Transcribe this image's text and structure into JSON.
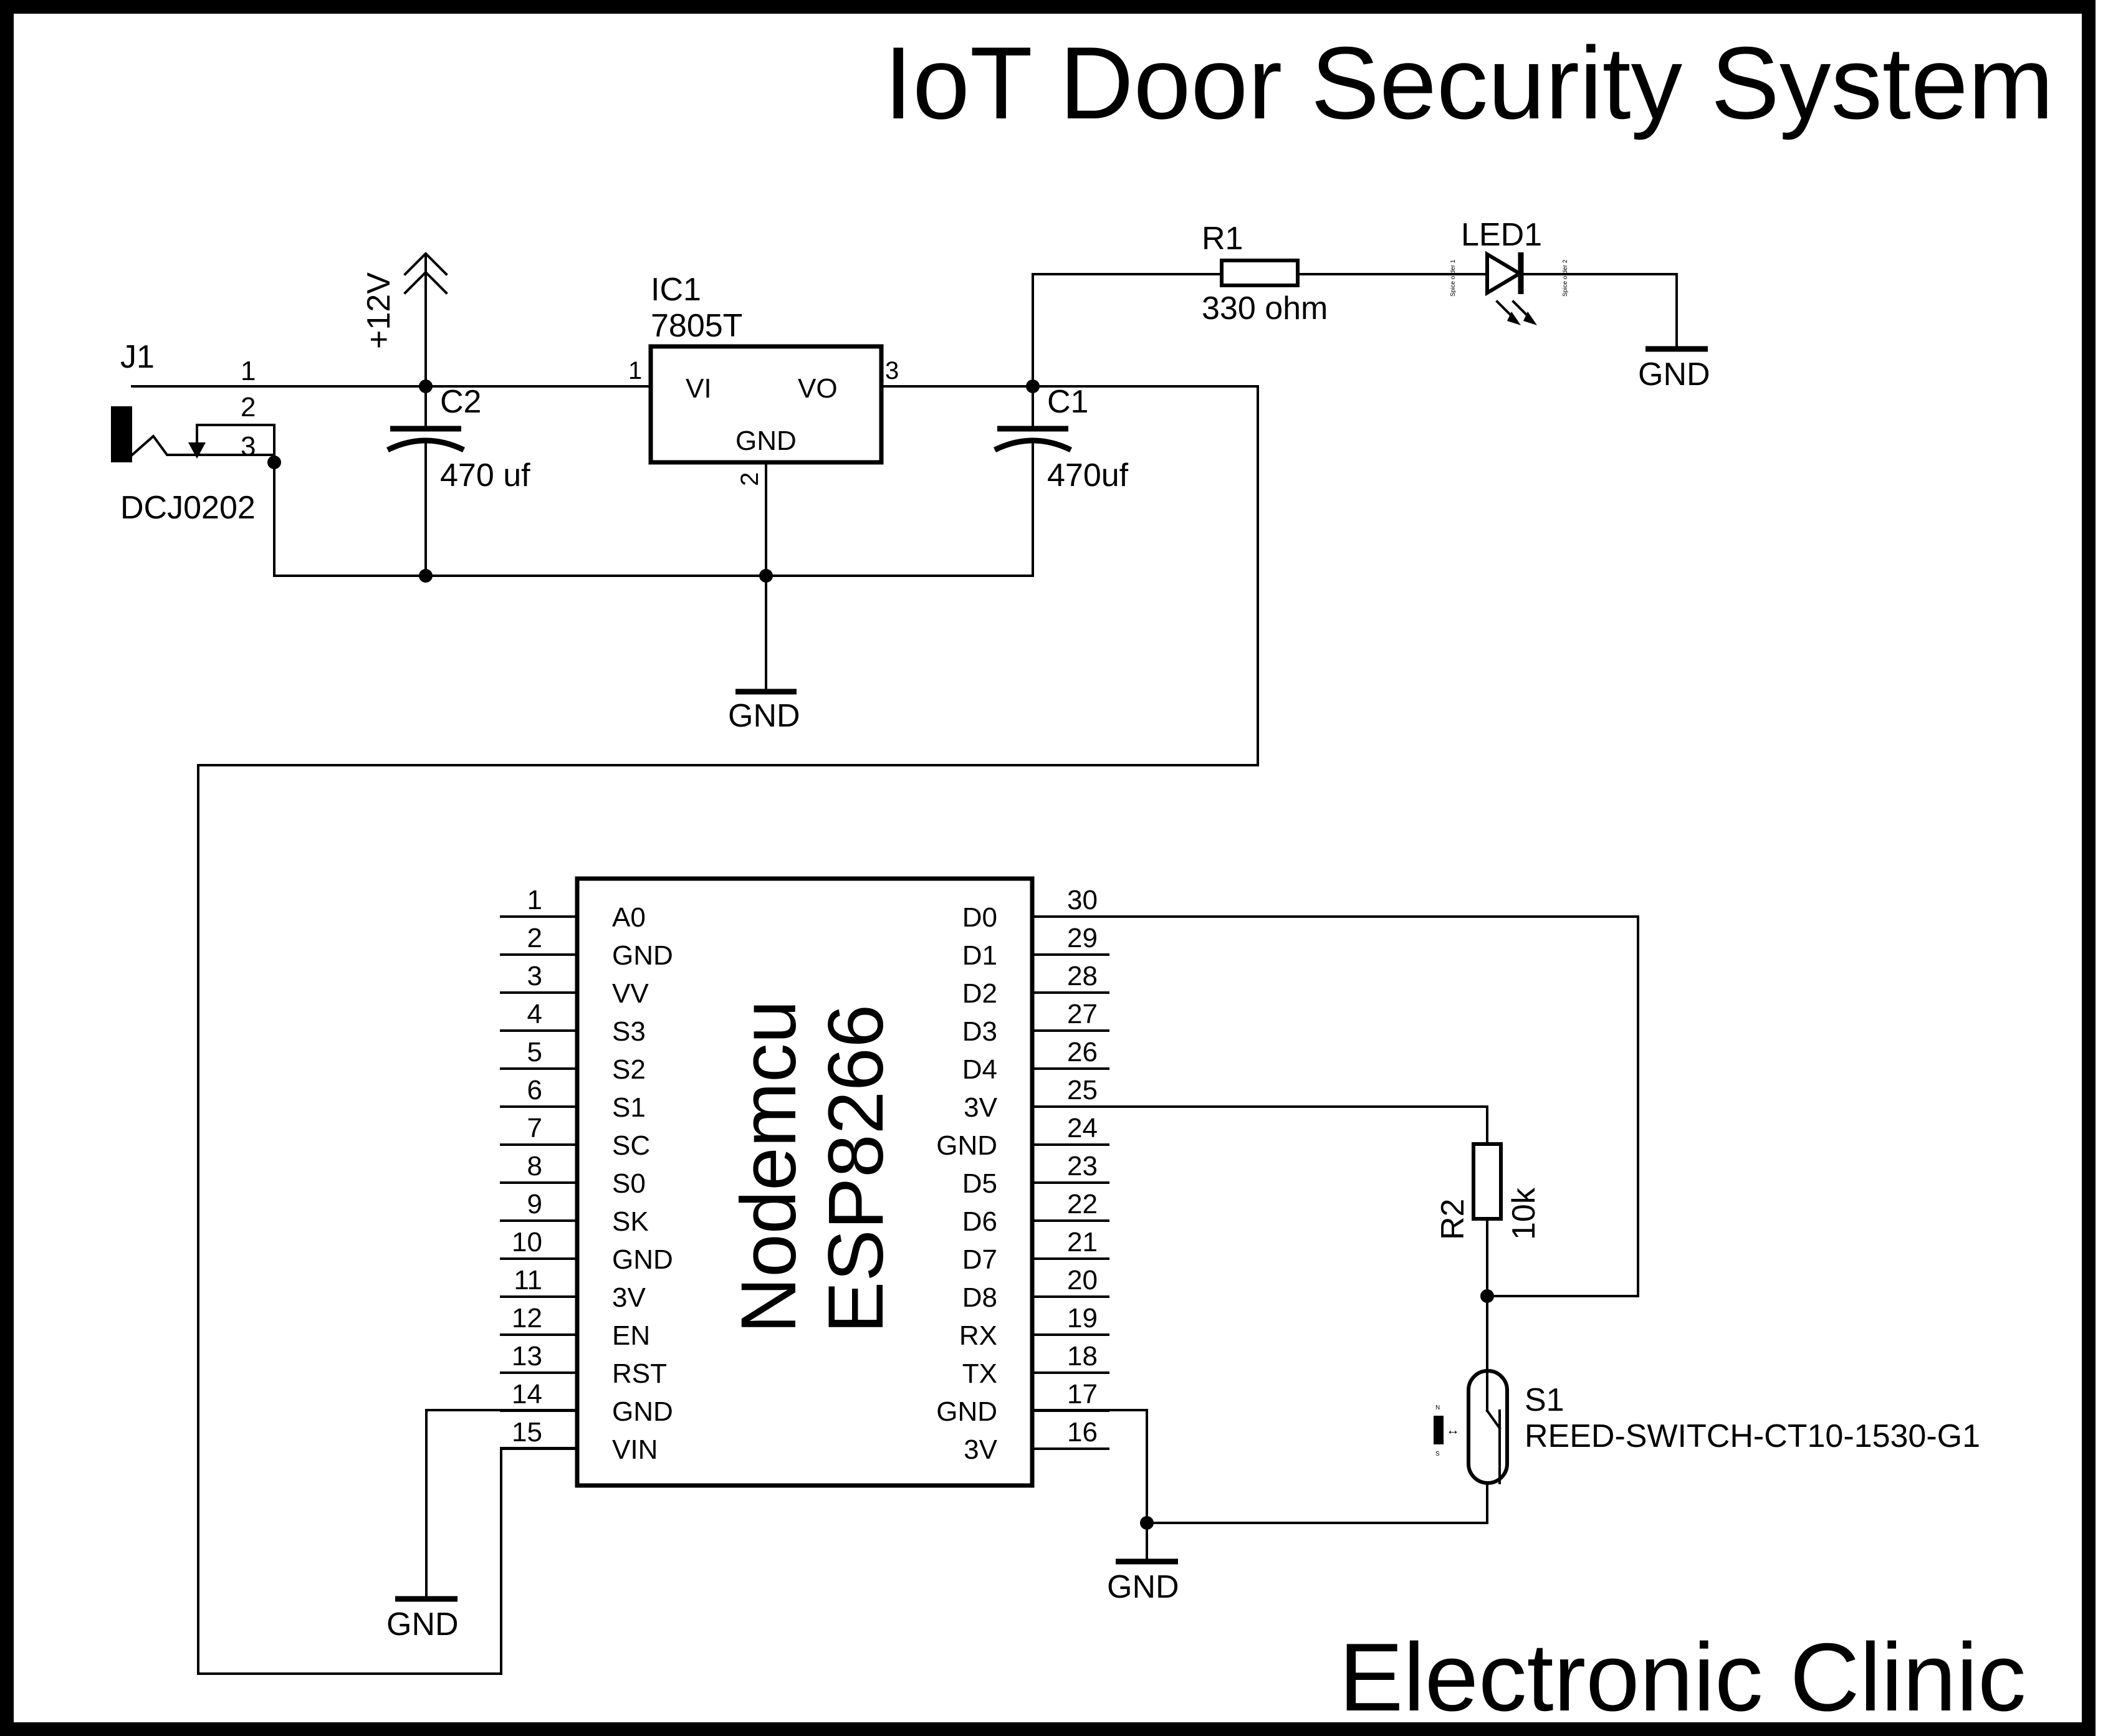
{
  "title": "IoT Door Security System",
  "footer": "Electronic Clinic",
  "components": {
    "j1": {
      "ref": "J1",
      "value": "DCJ0202",
      "pins": [
        "1",
        "2",
        "3"
      ]
    },
    "c2": {
      "ref": "C2",
      "value": "470 uf"
    },
    "c1": {
      "ref": "C1",
      "value": "470uf"
    },
    "ic1": {
      "ref": "IC1",
      "value": "7805T",
      "vi": "VI",
      "vo": "VO",
      "gnd": "GND",
      "pin_in": "1",
      "pin_out": "3",
      "pin_gnd": "2"
    },
    "r1": {
      "ref": "R1",
      "value": "330 ohm"
    },
    "led1": {
      "ref": "LED1",
      "pin1_text": "Spice order 1",
      "pin2_text": "Spice order 2"
    },
    "r2": {
      "ref": "R2",
      "value": "10k"
    },
    "s1": {
      "ref": "S1",
      "value": "REED-SWITCH-CT10-1530-G1",
      "n": "N",
      "s": "S"
    },
    "supply": {
      "label": "+12V"
    },
    "gnd_label": "GND"
  },
  "nodemcu": {
    "name_line1": "Nodemcu",
    "name_line2": "ESP8266",
    "left_pins": [
      {
        "num": "1",
        "name": "A0"
      },
      {
        "num": "2",
        "name": "GND"
      },
      {
        "num": "3",
        "name": "VV"
      },
      {
        "num": "4",
        "name": "S3"
      },
      {
        "num": "5",
        "name": "S2"
      },
      {
        "num": "6",
        "name": "S1"
      },
      {
        "num": "7",
        "name": "SC"
      },
      {
        "num": "8",
        "name": "S0"
      },
      {
        "num": "9",
        "name": "SK"
      },
      {
        "num": "10",
        "name": "GND"
      },
      {
        "num": "11",
        "name": "3V"
      },
      {
        "num": "12",
        "name": "EN"
      },
      {
        "num": "13",
        "name": "RST"
      },
      {
        "num": "14",
        "name": "GND"
      },
      {
        "num": "15",
        "name": "VIN"
      }
    ],
    "right_pins": [
      {
        "num": "30",
        "name": "D0"
      },
      {
        "num": "29",
        "name": "D1"
      },
      {
        "num": "28",
        "name": "D2"
      },
      {
        "num": "27",
        "name": "D3"
      },
      {
        "num": "26",
        "name": "D4"
      },
      {
        "num": "25",
        "name": "3V"
      },
      {
        "num": "24",
        "name": "GND"
      },
      {
        "num": "23",
        "name": "D5"
      },
      {
        "num": "22",
        "name": "D6"
      },
      {
        "num": "21",
        "name": "D7"
      },
      {
        "num": "20",
        "name": "D8"
      },
      {
        "num": "19",
        "name": "RX"
      },
      {
        "num": "18",
        "name": "TX"
      },
      {
        "num": "17",
        "name": "GND"
      },
      {
        "num": "16",
        "name": "3V"
      }
    ]
  }
}
